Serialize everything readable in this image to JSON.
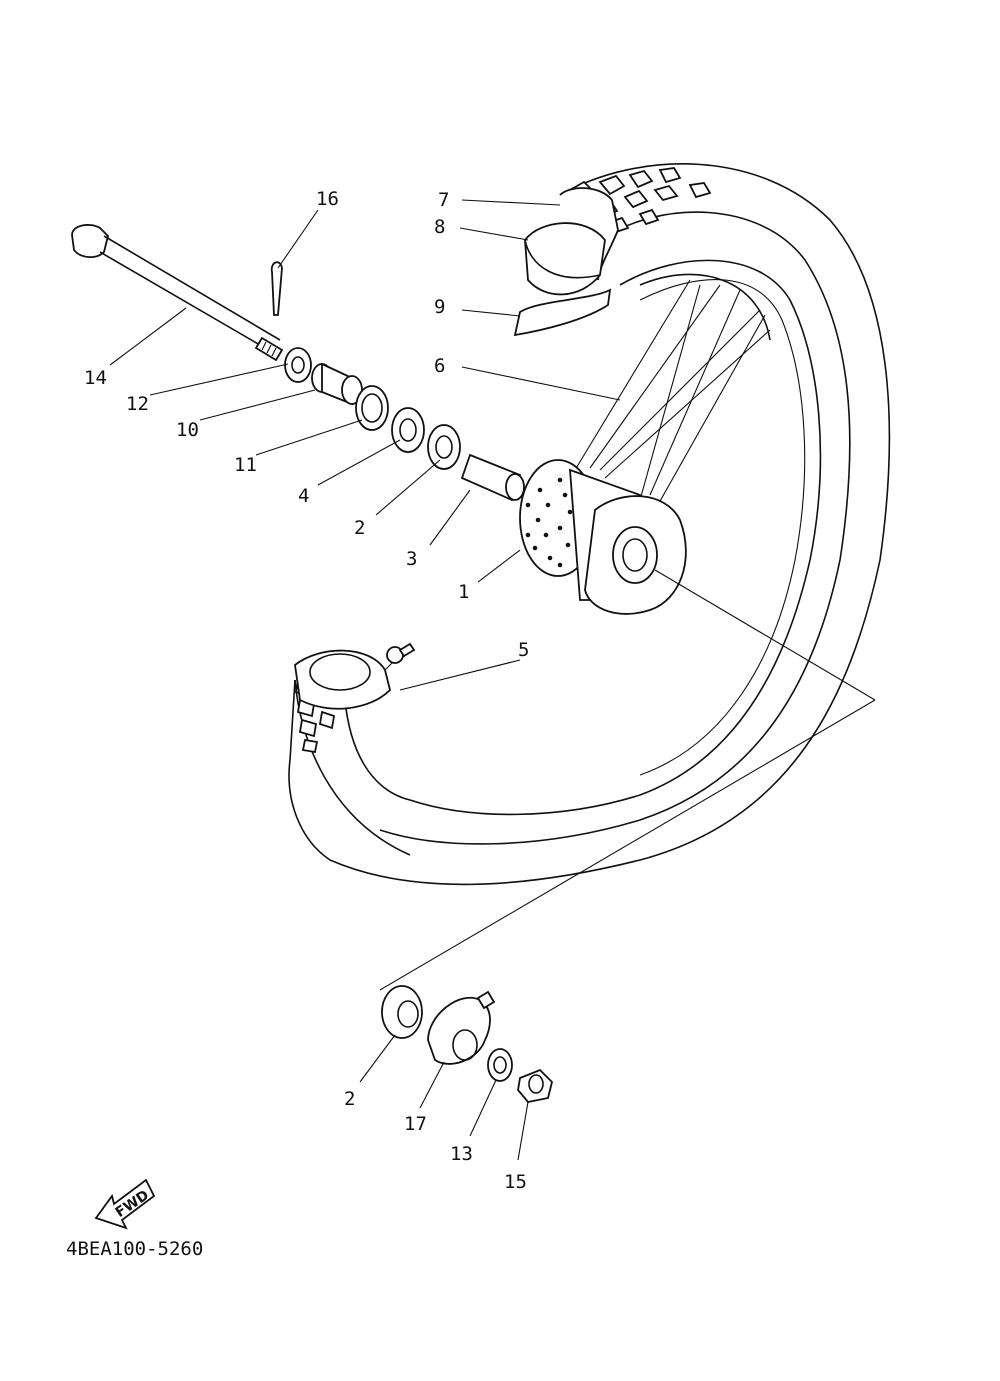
{
  "diagram_code": "4BEA100-5260",
  "fwd_label": "FWD",
  "callouts": {
    "c1": "1",
    "c2a": "2",
    "c2b": "2",
    "c3": "3",
    "c4": "4",
    "c5": "5",
    "c6": "6",
    "c7": "7",
    "c8": "8",
    "c9": "9",
    "c10": "10",
    "c11": "11",
    "c12": "12",
    "c13": "13",
    "c14": "14",
    "c15": "15",
    "c16": "16",
    "c17": "17"
  }
}
